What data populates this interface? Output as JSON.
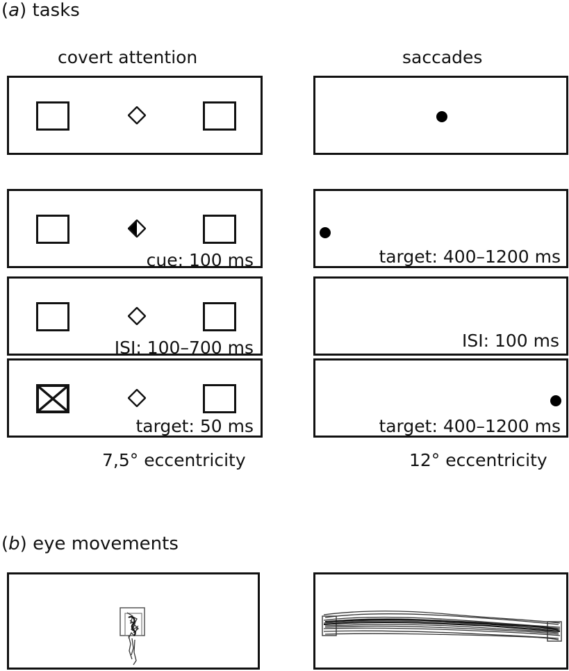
{
  "section_a": {
    "letter": "a",
    "title": "tasks"
  },
  "section_b": {
    "letter": "b",
    "title": "eye movements"
  },
  "covert": {
    "heading": "covert attention",
    "frames": [
      {
        "label": ""
      },
      {
        "label": "cue: 100 ms"
      },
      {
        "label": "ISI: 100–700 ms"
      },
      {
        "label": "target: 50 ms"
      }
    ],
    "eccentricity": "7,5° eccentricity"
  },
  "saccades": {
    "heading": "saccades",
    "frames": [
      {
        "label": ""
      },
      {
        "label": "target: 400–1200 ms"
      },
      {
        "label": "ISI: 100 ms"
      },
      {
        "label": "target: 400–1200 ms"
      }
    ],
    "eccentricity": "12° eccentricity"
  },
  "icons": [
    "placeholder-square-icon",
    "fixation-diamond-icon",
    "half-filled-diamond-cue-icon",
    "crossed-target-square-icon",
    "target-dot-icon"
  ]
}
